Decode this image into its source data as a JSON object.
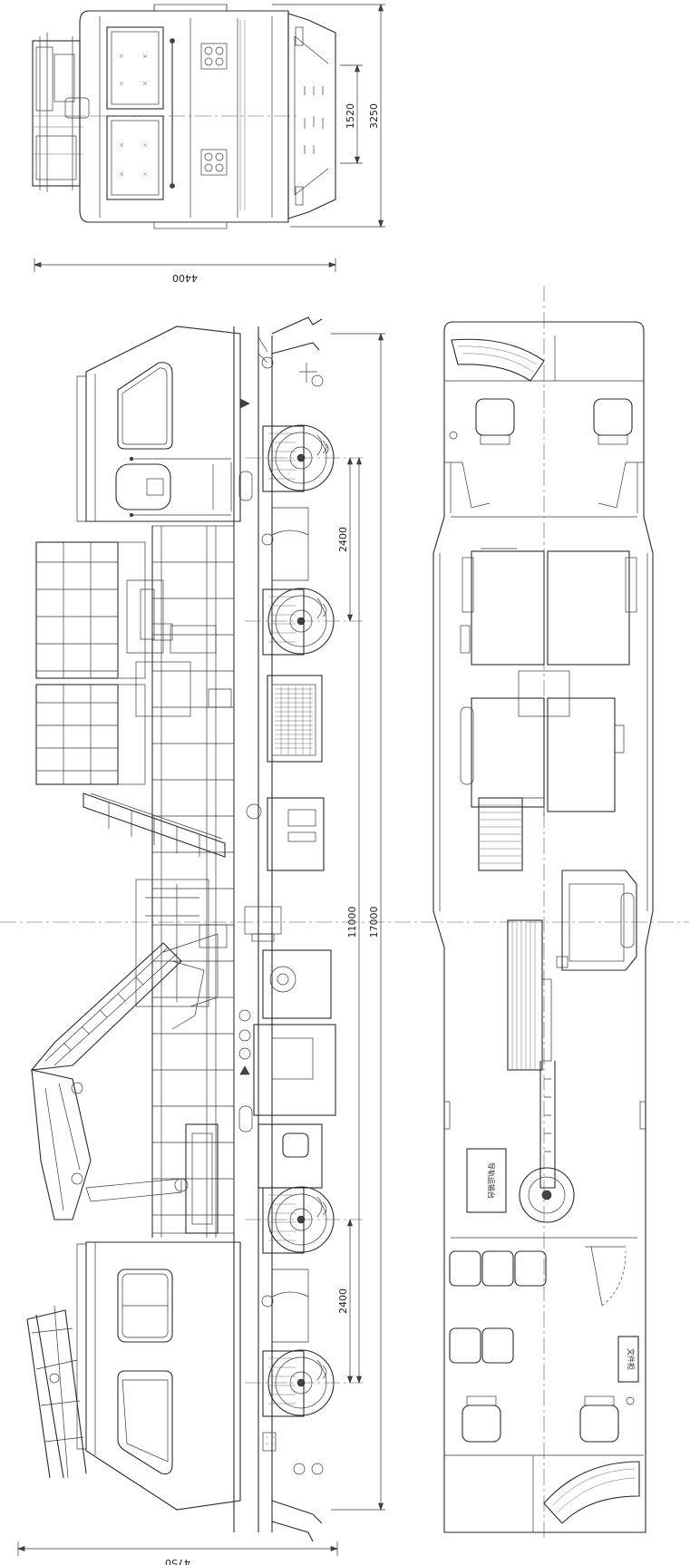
{
  "dimensions": {
    "front_view_inner": "1520",
    "front_view_overall": "3250",
    "side_view_top_width": "4400",
    "bogie_spacing_front": "2400",
    "center_spacing": "11000",
    "overall_length": "17000",
    "bogie_spacing_rear": "2400",
    "side_view_bottom_width": "4750"
  },
  "labels": {
    "panel_label_left": "导轨运输台",
    "panel_label_right": "文件柜"
  }
}
